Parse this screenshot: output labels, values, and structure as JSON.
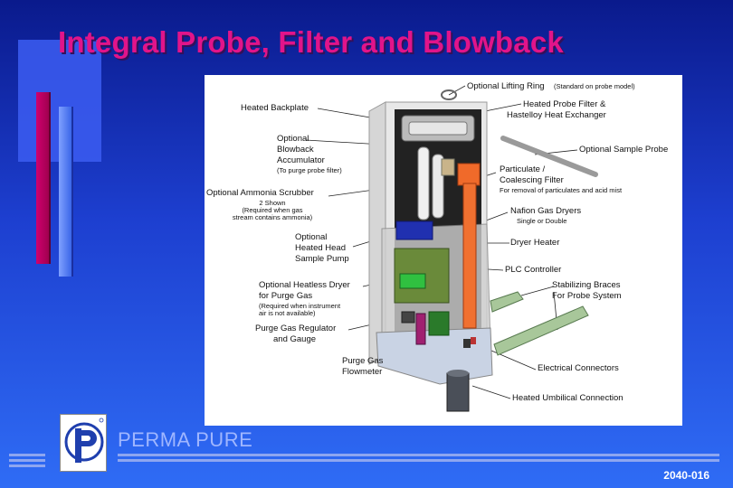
{
  "slide": {
    "title": "Integral Probe, Filter and Blowback",
    "brand": "PERMA PURE",
    "code": "2040-016"
  },
  "diagram": {
    "lifting_ring": "Optional Lifting Ring",
    "lifting_ring_note": "(Standard on probe model)",
    "heated_backplate": "Heated Backplate",
    "heated_probe_filter_1": "Heated Probe Filter &",
    "heated_probe_filter_2": "Hastelloy Heat Exchanger",
    "blowback_1": "Optional",
    "blowback_2": "Blowback",
    "blowback_3": "Accumulator",
    "blowback_note": "(To purge probe filter)",
    "sample_probe": "Optional Sample Probe",
    "particulate_1": "Particulate /",
    "particulate_2": "Coalescing Filter",
    "particulate_note": "For removal of particulates and acid mist",
    "ammonia": "Optional Ammonia Scrubber",
    "ammonia_note_1": "2 Shown",
    "ammonia_note_2": "(Required when gas",
    "ammonia_note_3": "stream contains ammonia)",
    "nafion": "Nafion Gas Dryers",
    "nafion_note": "Single or Double",
    "pump_1": "Optional",
    "pump_2": "Heated Head",
    "pump_3": "Sample Pump",
    "dryer_heater": "Dryer Heater",
    "plc": "PLC Controller",
    "heatless_1": "Optional Heatless Dryer",
    "heatless_2": "for Purge Gas",
    "heatless_note_1": "(Required when instrument",
    "heatless_note_2": "air is not available)",
    "braces_1": "Stabilizing Braces",
    "braces_2": "For Probe System",
    "regulator_1": "Purge Gas Regulator",
    "regulator_2": "and Gauge",
    "flowmeter_1": "Purge Gas",
    "flowmeter_2": "Flowmeter",
    "electrical": "Electrical Connectors",
    "umbilical": "Heated Umbilical Connection"
  }
}
